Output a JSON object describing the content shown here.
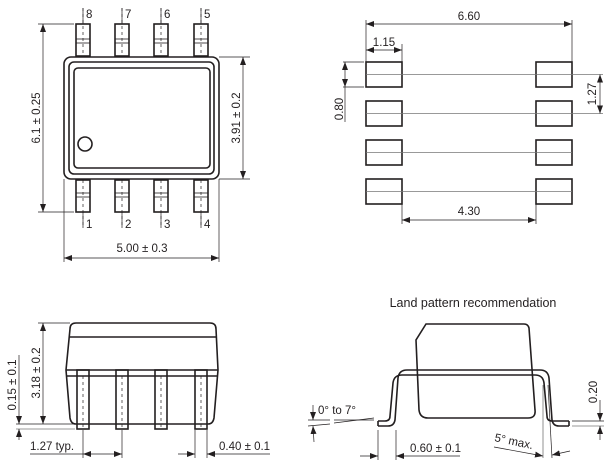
{
  "title": "Land pattern recommendation",
  "top_view": {
    "pins_top": [
      "8",
      "7",
      "6",
      "5"
    ],
    "pins_bottom": [
      "1",
      "2",
      "3",
      "4"
    ],
    "dim_total_height": "6.1 ± 0.25",
    "dim_body_height": "3.91 ± 0.2",
    "dim_body_width": "5.00 ± 0.3"
  },
  "land_pattern": {
    "dim_overall_width": "6.60",
    "dim_pad_width": "1.15",
    "dim_pad_height": "0.80",
    "dim_pitch": "1.27",
    "dim_inner_gap": "4.30"
  },
  "side_view": {
    "dim_standoff": "0.15 ± 0.1",
    "dim_height": "3.18 ± 0.2",
    "dim_pitch": "1.27 typ.",
    "dim_lead_width": "0.40 ± 0.1"
  },
  "end_view": {
    "dim_angle": "0° to 7°",
    "dim_foot_length": "0.60 ± 0.1",
    "dim_lead_thickness": "0.20",
    "dim_draft_angle": "5° max."
  }
}
